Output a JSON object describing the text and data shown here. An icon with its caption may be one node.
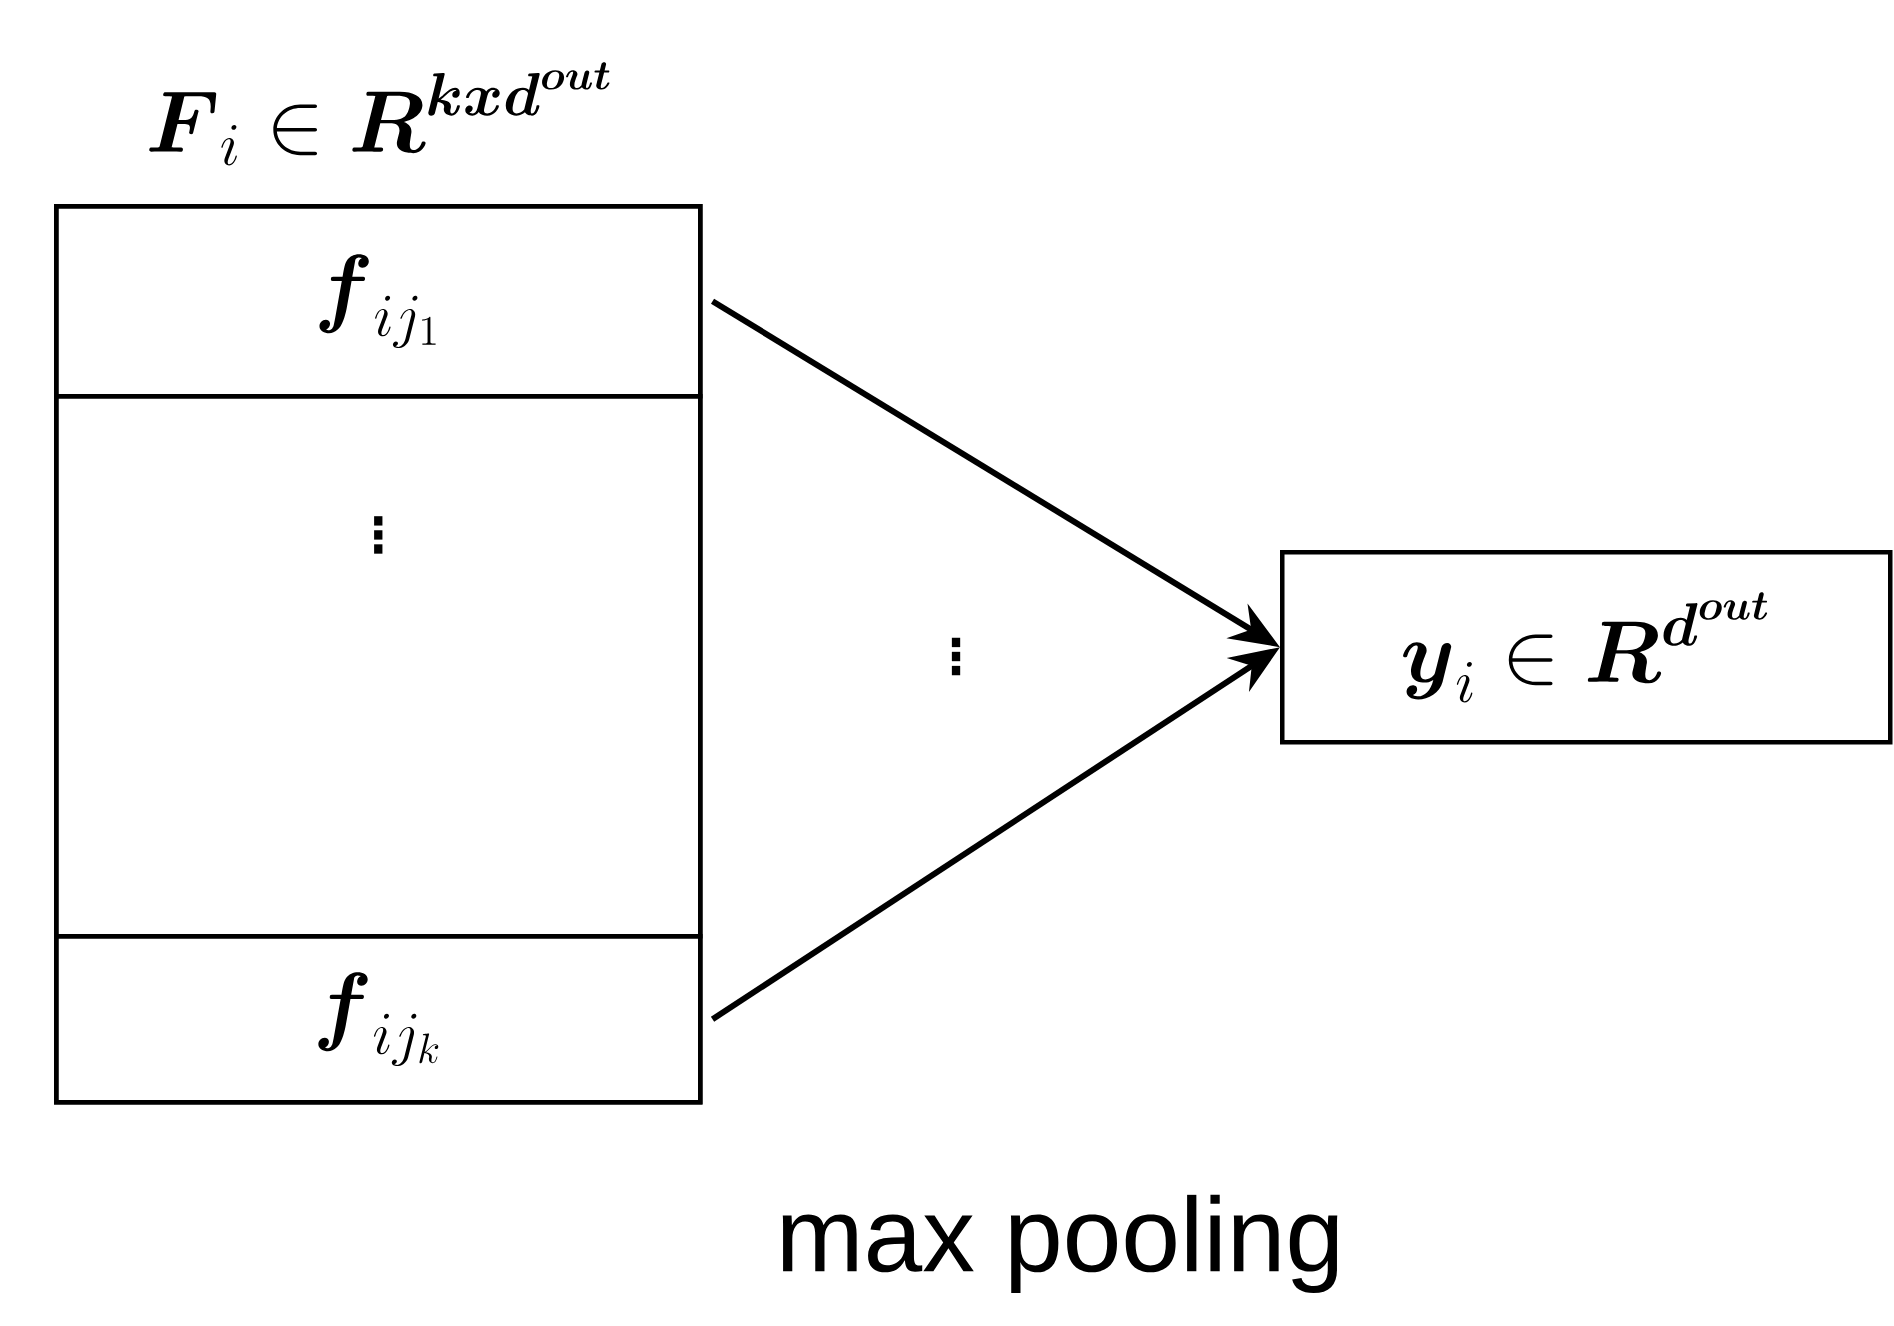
{
  "diagram": {
    "caption": "max pooling",
    "nodes": [
      {
        "text": [
          "\\boldsymbol{F}_i \\in \\boldsymbol{R}^{\\boldsymbol{kxd}^{\\boldsymbol{out}}}"
        ]
      },
      {
        "text": [
          "\\boldsymbol{f}_{ij_1}"
        ],
        "in": 0
      },
      {
        "text": [
          "\\vdots"
        ],
        "in": 0
      },
      {
        "text": [
          "\\boldsymbol{f}_{ij_k}"
        ],
        "in": 0
      },
      {
        "text": [
          "\\boldsymbol{y}_i \\in \\boldsymbol{R}^{\\boldsymbol{d}^{\\boldsymbol{out}}}"
        ]
      }
    ],
    "edges": [
      {
        "from": 1,
        "to": 4,
        "arrow": "to"
      },
      {
        "from": 3,
        "to": 4,
        "arrow": "to"
      }
    ],
    "labels": [
      "\\vdots"
    ]
  }
}
